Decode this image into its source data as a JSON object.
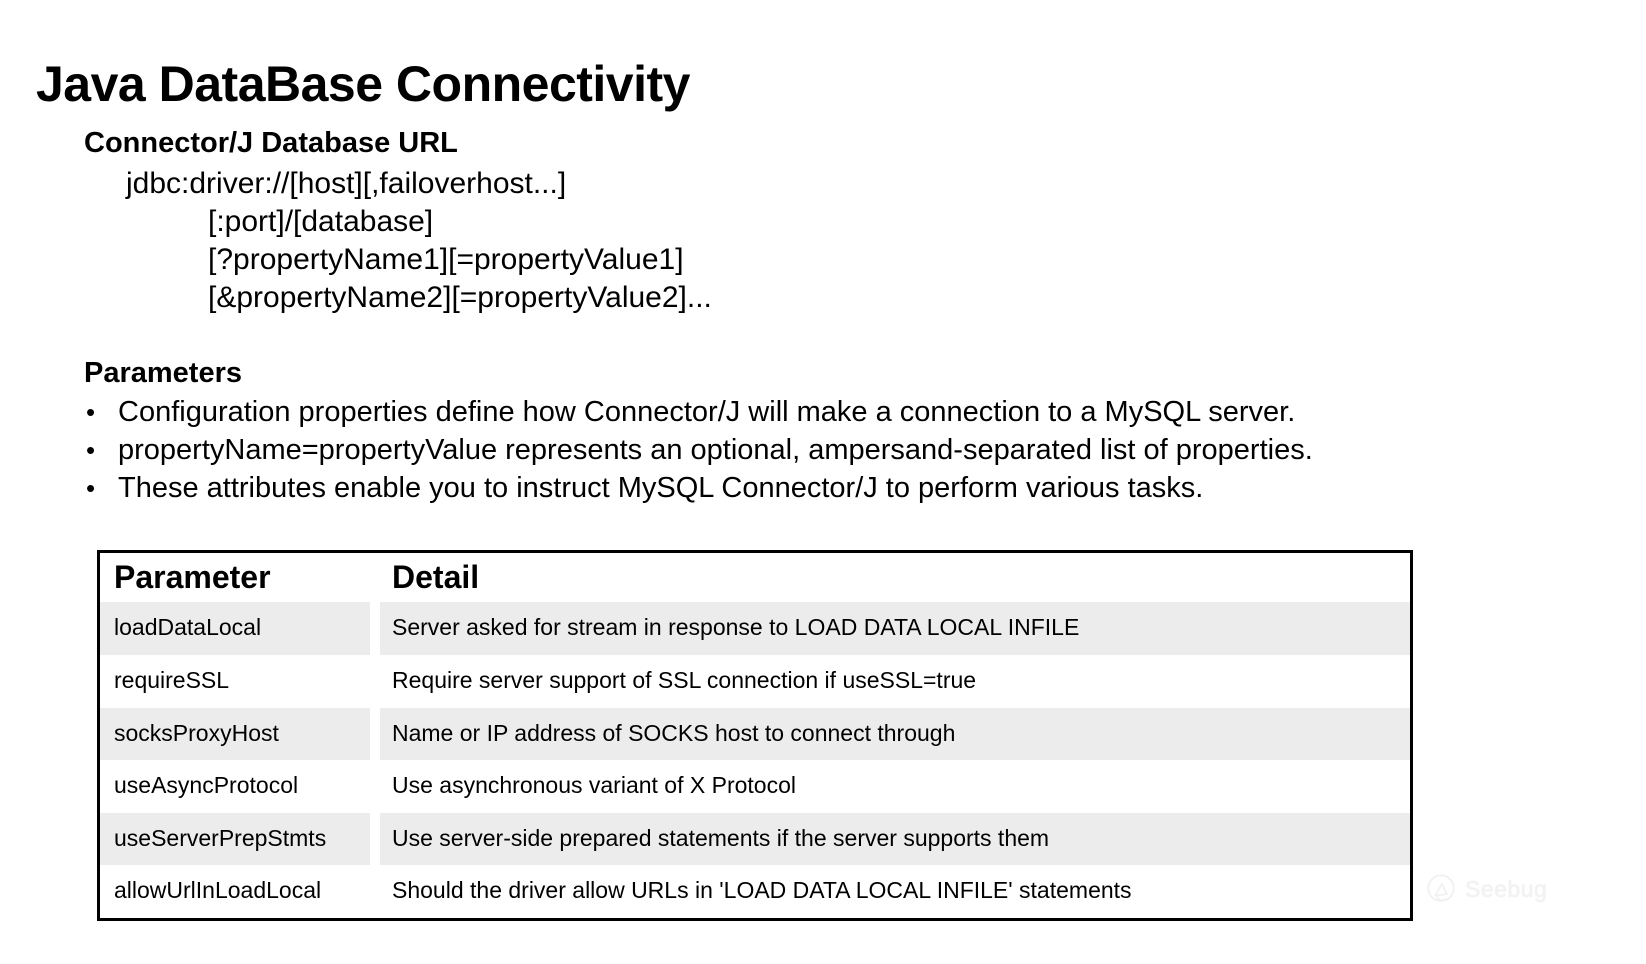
{
  "slide": {
    "title": "Java DataBase Connectivity"
  },
  "url_section": {
    "heading": "Connector/J Database URL",
    "lines": [
      "jdbc:driver://[host][,failoverhost...]",
      "[:port]/[database]",
      "[?propertyName1][=propertyValue1]",
      "[&propertyName2][=propertyValue2]..."
    ]
  },
  "parameters_section": {
    "heading": "Parameters",
    "bullet_char": "•",
    "bullets": [
      "Configuration properties define how Connector/J will make a connection to a MySQL server.",
      "propertyName=propertyValue represents an optional, ampersand-separated list of properties.",
      "These attributes enable you to instruct MySQL Connector/J to perform various tasks."
    ]
  },
  "table": {
    "headers": [
      "Parameter",
      "Detail"
    ],
    "rows": [
      {
        "parameter": "loadDataLocal",
        "detail": "Server asked for stream in response to LOAD DATA LOCAL INFILE"
      },
      {
        "parameter": "requireSSL",
        "detail": "Require server support of SSL connection if useSSL=true"
      },
      {
        "parameter": "socksProxyHost",
        "detail": "Name or IP address of SOCKS host to connect through"
      },
      {
        "parameter": "useAsyncProtocol",
        "detail": "Use asynchronous variant of X Protocol"
      },
      {
        "parameter": "useServerPrepStmts",
        "detail": "Use server-side prepared statements if the server supports them"
      },
      {
        "parameter": "allowUrlInLoadLocal",
        "detail": "Should the driver allow URLs in 'LOAD DATA LOCAL INFILE' statements"
      }
    ]
  },
  "watermark": {
    "text": "Seebug",
    "icon": "seebug-logo-icon"
  },
  "colors": {
    "background": "#ffffff",
    "text": "#000000",
    "row_shade": "#ececec",
    "table_border": "#000000",
    "watermark_text": "#f2f2f2"
  }
}
